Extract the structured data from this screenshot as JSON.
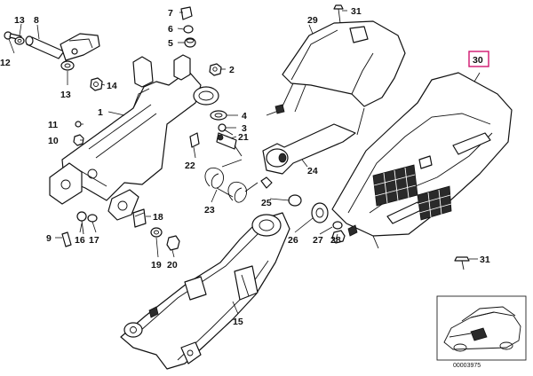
{
  "diagram": {
    "callouts": [
      "13",
      "8",
      "7",
      "29",
      "31",
      "30",
      "6",
      "5",
      "2",
      "12",
      "14",
      "13",
      "1",
      "4",
      "11",
      "3",
      "10",
      "21",
      "22",
      "24",
      "23",
      "25",
      "18",
      "26",
      "27",
      "28",
      "9",
      "16",
      "17",
      "19",
      "20",
      "31",
      "15"
    ],
    "highlight_color": "#d0156e",
    "inset_reference": "00003975"
  }
}
